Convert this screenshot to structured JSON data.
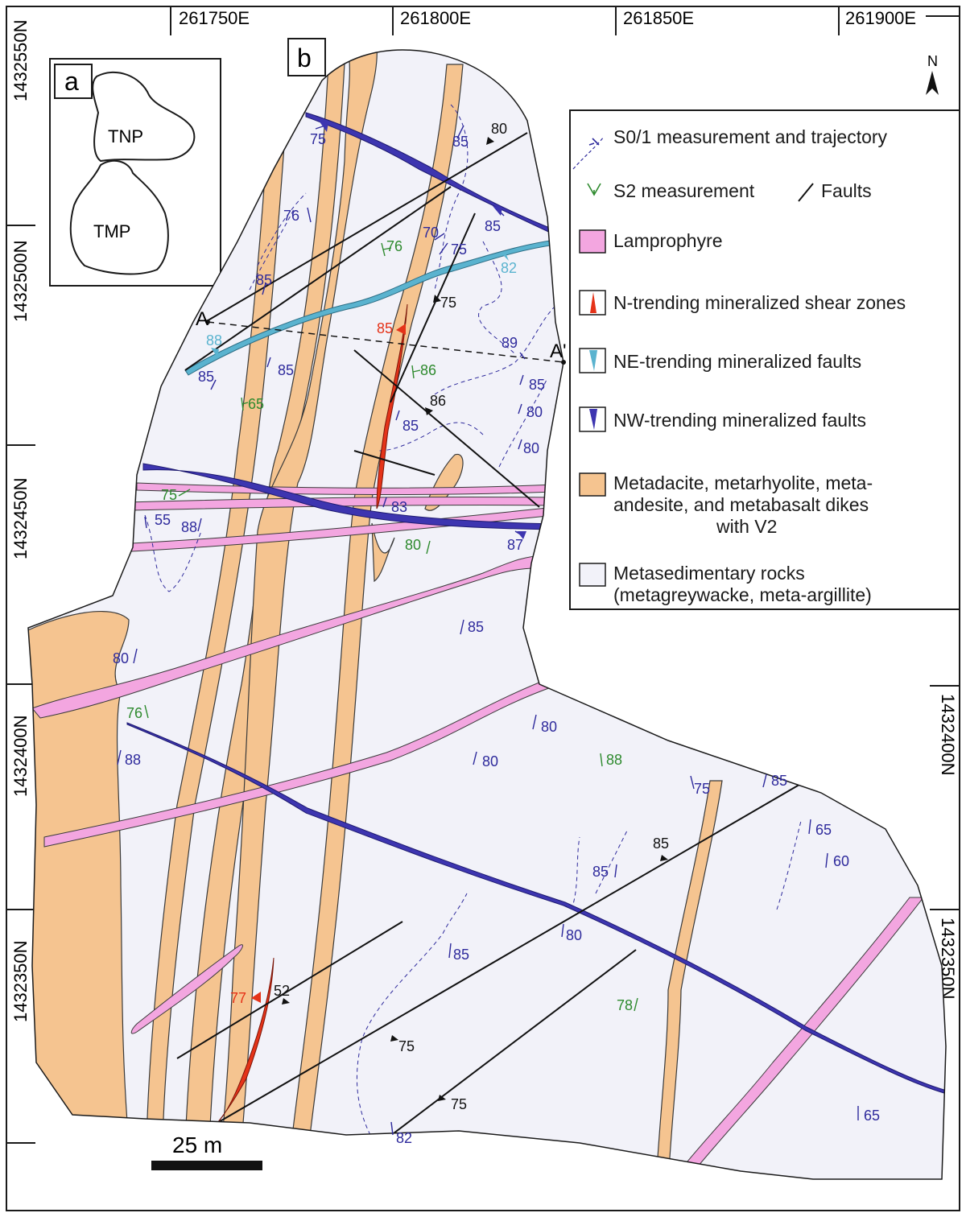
{
  "panel_labels": {
    "a": "a",
    "b": "b"
  },
  "coordinates": {
    "easting": [
      "261750E",
      "261800E",
      "261850E",
      "261900E"
    ],
    "northing": [
      "1432550N",
      "1432500N",
      "1432450N",
      "1432400N",
      "1432350N"
    ],
    "northing_right": [
      "1432400N",
      "1432350N"
    ]
  },
  "inset": {
    "labels": [
      "TNP",
      "TMP"
    ]
  },
  "north_arrow": "N",
  "scale_bar": "25 m",
  "section_line": {
    "start": "A",
    "end": "A'"
  },
  "legend": {
    "s01": "S0/1 measurement and trajectory",
    "s2": "S2 measurement",
    "faults": "Faults",
    "lamprophyre": "Lamprophyre",
    "n_shear": "N-trending mineralized shear zones",
    "ne_faults": "NE-trending mineralized faults",
    "nw_faults": "NW-trending mineralized faults",
    "dikes_1": "Metadacite, metarhyolite, meta-",
    "dikes_2": "andesite, and metabasalt dikes",
    "dikes_3": "with V2",
    "metased_1": "Metasedimentary rocks",
    "metased_2": "(metagreywacke, meta-argillite)"
  },
  "colors": {
    "metasediment": "#f2f2f9",
    "dike": "#f5c490",
    "lamprophyre": "#f3a6e0",
    "nw_fault": "#3d35b0",
    "ne_fault": "#5ab3cf",
    "n_shear": "#e53319",
    "s01": "#2e2a9c",
    "s2": "#2e8a2e"
  },
  "measurements": {
    "s01": [
      "75",
      "85",
      "76",
      "85",
      "85",
      "70",
      "75",
      "85",
      "85",
      "89",
      "85",
      "85",
      "80",
      "80",
      "83",
      "55",
      "88",
      "87",
      "85",
      "80",
      "88",
      "80",
      "80",
      "75",
      "85",
      "65",
      "60",
      "85",
      "80",
      "85",
      "82",
      "65"
    ],
    "s2": [
      "76",
      "86",
      "65",
      "75",
      "80",
      "76",
      "88",
      "78"
    ],
    "ne_fault": [
      "82",
      "88"
    ],
    "nw_fault": [
      "85"
    ],
    "n_shear": [
      "85",
      "77"
    ],
    "faults": [
      "80",
      "75",
      "86",
      "85",
      "52",
      "75",
      "75"
    ]
  }
}
